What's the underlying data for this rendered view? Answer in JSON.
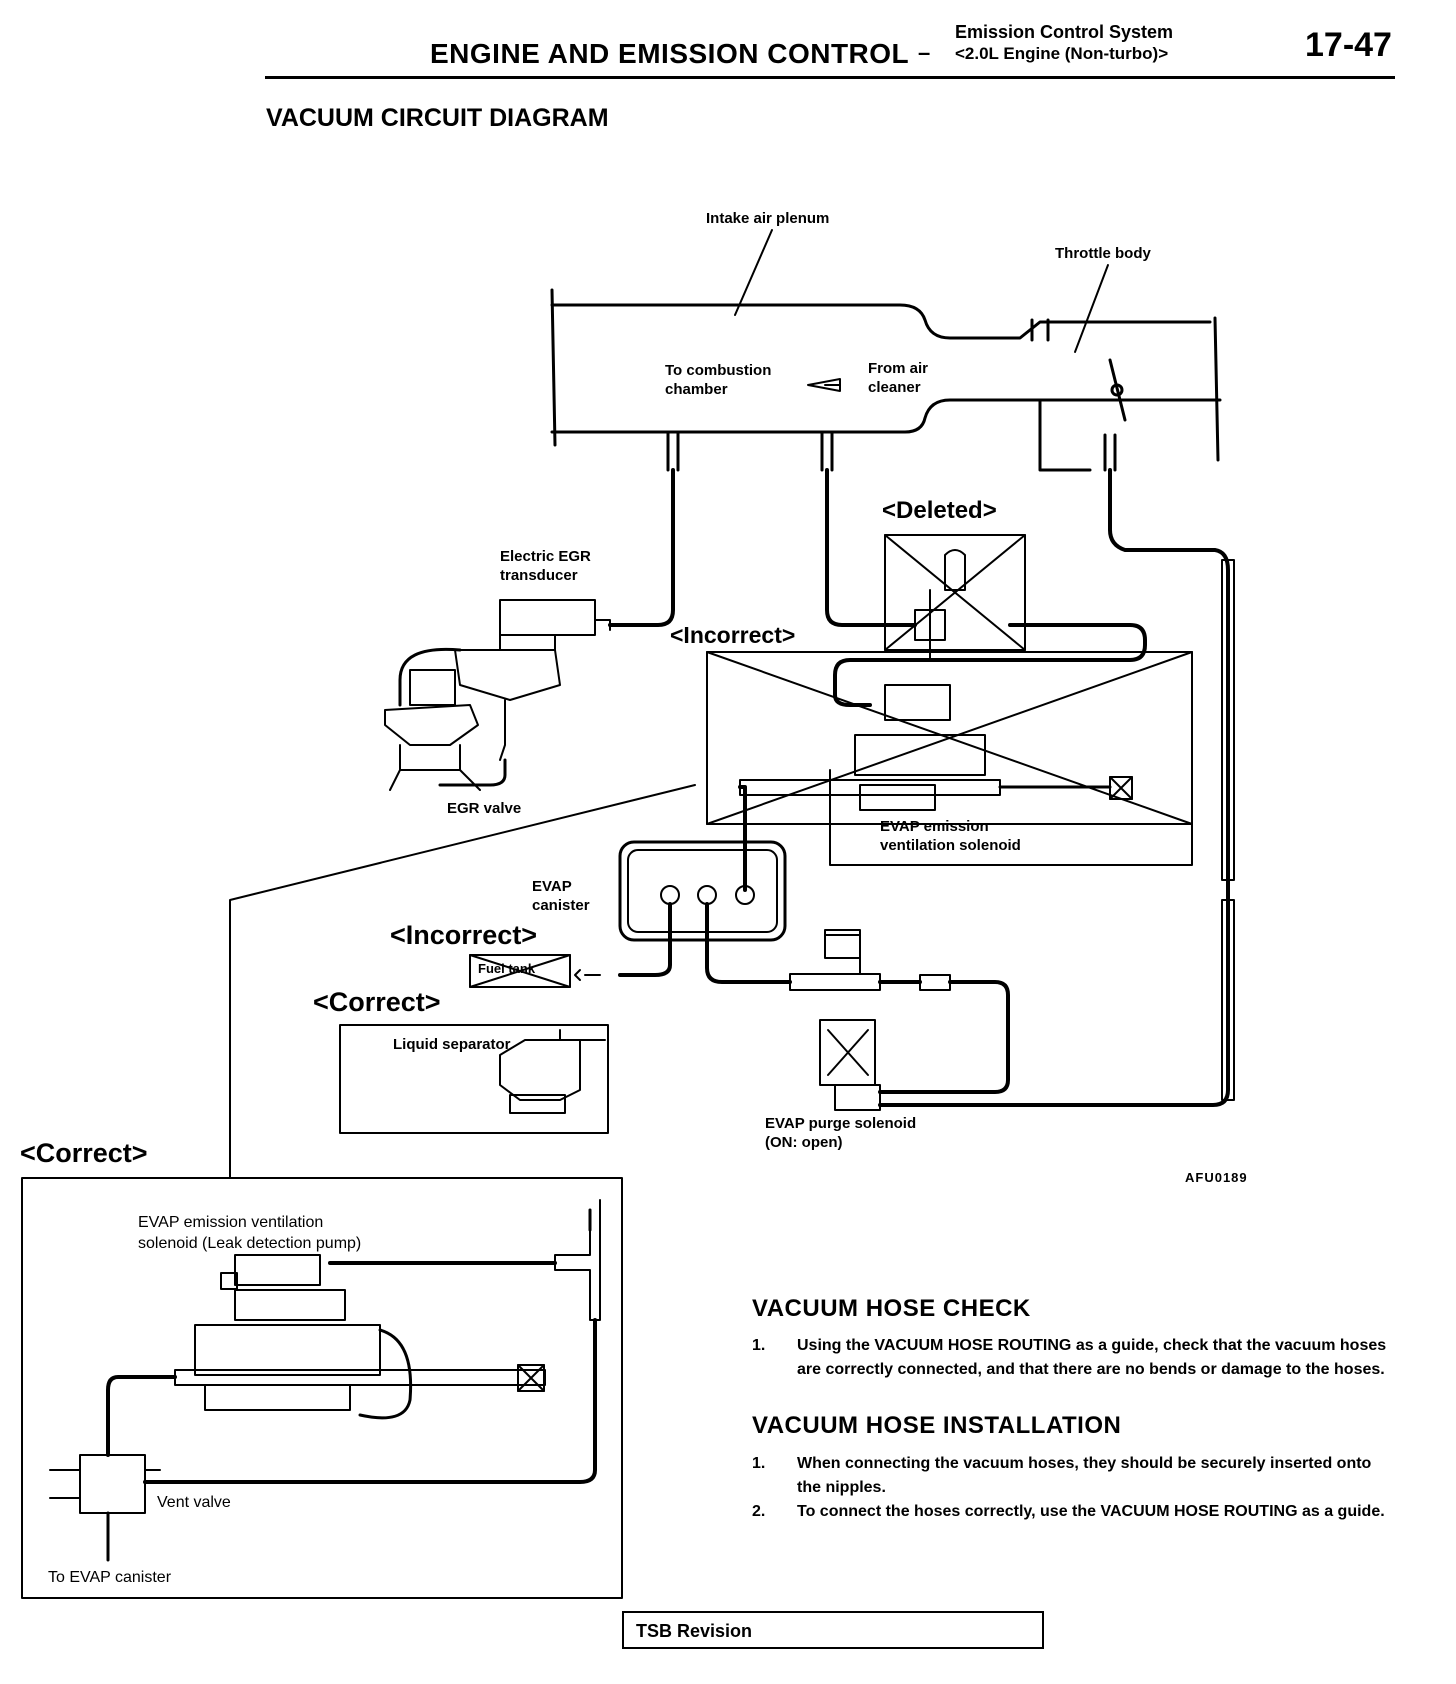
{
  "header": {
    "section_title": "ENGINE AND EMISSION CONTROL",
    "dash": "–",
    "subsection_line1": "Emission Control System",
    "subsection_line2": "<2.0L Engine (Non-turbo)>",
    "page_number": "17-47"
  },
  "diagram": {
    "title": "VACUUM CIRCUIT DIAGRAM",
    "labels": {
      "intake_air_plenum": "Intake air plenum",
      "throttle_body": "Throttle body",
      "to_combustion_1": "To combustion",
      "to_combustion_2": "chamber",
      "from_air_1": "From air",
      "from_air_2": "cleaner",
      "deleted": "<Deleted>",
      "electric_egr_1": "Electric EGR",
      "electric_egr_2": "transducer",
      "incorrect_top": "<Incorrect>",
      "egr_valve": "EGR valve",
      "evap_vent_sol_1": "EVAP emission",
      "evap_vent_sol_2": "ventilation solenoid",
      "evap_canister_1": "EVAP",
      "evap_canister_2": "canister",
      "incorrect_mid": "<Incorrect>",
      "fuel_tank": "Fuel tank",
      "correct_mid": "<Correct>",
      "liquid_separator": "Liquid separator",
      "correct_left": "<Correct>",
      "evap_purge_1": "EVAP purge solenoid",
      "evap_purge_2": "(ON: open)",
      "figure_code": "AFU0189",
      "inset_title_1": "EVAP emission ventilation",
      "inset_title_2": "solenoid (Leak detection pump)",
      "vent_valve": "Vent valve",
      "to_evap_canister": "To EVAP canister"
    }
  },
  "check": {
    "heading": "VACUUM HOSE CHECK",
    "items": [
      {
        "num": "1.",
        "text": "Using the VACUUM HOSE ROUTING as a guide, check that the vacuum hoses are correctly connected, and that there are no bends or damage to the hoses."
      }
    ]
  },
  "installation": {
    "heading": "VACUUM HOSE INSTALLATION",
    "items": [
      {
        "num": "1.",
        "text": "When connecting the vacuum hoses, they should be securely inserted onto the nipples."
      },
      {
        "num": "2.",
        "text": "To connect the hoses correctly, use the VACUUM HOSE ROUTING as a guide."
      }
    ]
  },
  "footer": {
    "tsb": "TSB Revision"
  }
}
